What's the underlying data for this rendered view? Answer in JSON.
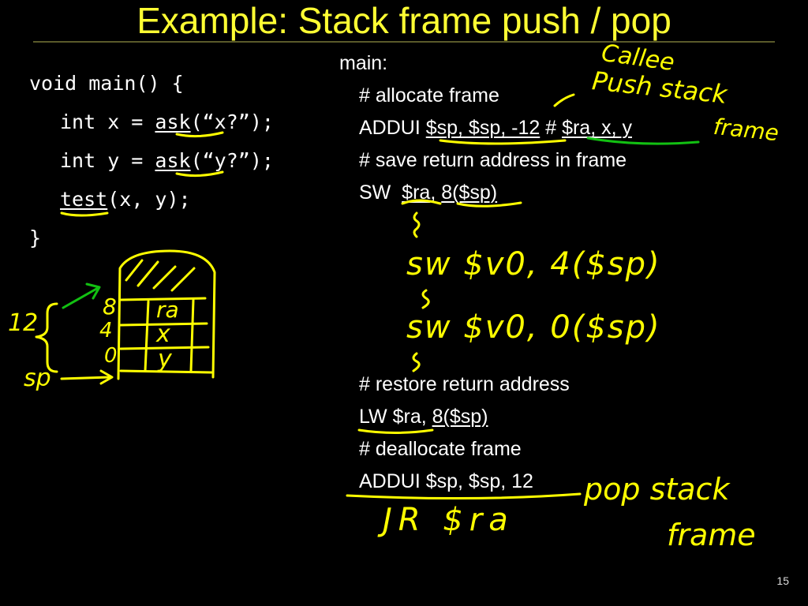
{
  "slide": {
    "title": "Example: Stack frame push / pop",
    "page_number": "15"
  },
  "code": {
    "line1": "void main() {",
    "line2_pre": "int x = ",
    "line2_fn": "ask",
    "line2_post": "(“x?”);",
    "line3_pre": "int y = ",
    "line3_fn": "ask",
    "line3_post": "(“y?”);",
    "line4_fn": "test",
    "line4_post": "(x, y);",
    "line5": "}"
  },
  "asm_top": {
    "label": "main:",
    "c1": "# allocate frame",
    "addui_pre": "ADDUI ",
    "addui_args": "$sp, $sp, -12",
    "addui_mid": " # ",
    "addui_cmt": "$ra, x, y",
    "c2": "# save return address in frame",
    "sw_pre": "SW  ",
    "sw_reg": "$ra",
    "sw_sep": ", ",
    "sw_off": "8($sp)"
  },
  "asm_bottom": {
    "c1": "# restore return address",
    "lw_pre": "LW $ra, ",
    "lw_off": "8($sp)",
    "c2": "# deallocate frame",
    "addui": "ADDUI $sp, $sp, 12"
  },
  "annotations": {
    "callee": "Callee",
    "push_stack": "Push stack",
    "frame1": "frame",
    "sw1": "sw $v0, 4($sp)",
    "sw2": "sw $v0, 0($sp)",
    "jr": "JR $ra",
    "pop_stack": "pop stack",
    "frame2": "frame",
    "size": "12",
    "sp": "sp",
    "off8": "8",
    "off4": "4",
    "off0": "0",
    "slot_ra": "ra",
    "slot_x": "x",
    "slot_y": "y"
  },
  "colors": {
    "title": "#ffff33",
    "ink_yellow": "#ffff00",
    "ink_green": "#12c012",
    "background": "#000000"
  }
}
